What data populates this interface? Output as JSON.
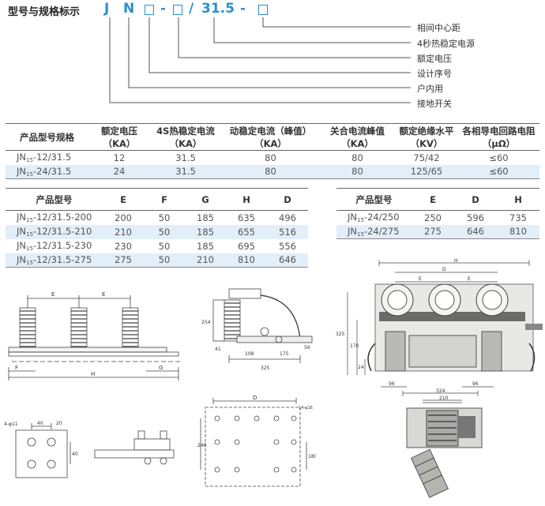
{
  "header": {
    "title": "型号与规格标示",
    "code_parts": [
      "J",
      "N",
      "-",
      "/",
      "31.5",
      "-"
    ],
    "legend": [
      "相间中心距",
      "4秒热稳定电源",
      "额定电压",
      "设计序号",
      "户内用",
      "接地开关"
    ]
  },
  "spec_table": {
    "headers": [
      {
        "line1": "产品型号规格",
        "line2": ""
      },
      {
        "line1": "额定电压",
        "line2": "（KA）"
      },
      {
        "line1": "4S热稳定电流",
        "line2": "（KA）"
      },
      {
        "line1": "动稳定电流（峰值）",
        "line2": "（KA）"
      },
      {
        "line1": "关合电流峰值",
        "line2": "（KA）"
      },
      {
        "line1": "额定绝缘水平",
        "line2": "（KV）"
      },
      {
        "line1": "各相导电回路电阻",
        "line2": "（μΩ）"
      }
    ],
    "rows": [
      {
        "prefix": "JN",
        "sub": "15",
        "suffix": "-12/31.5",
        "cells": [
          "12",
          "31.5",
          "80",
          "80",
          "75/42",
          "≤60"
        ]
      },
      {
        "prefix": "JN",
        "sub": "15",
        "suffix": "-24/31.5",
        "cells": [
          "24",
          "31.5",
          "80",
          "80",
          "125/65",
          "≤60"
        ]
      }
    ]
  },
  "dim_table_left": {
    "headers": [
      "产品型号",
      "E",
      "F",
      "G",
      "H",
      "D"
    ],
    "rows": [
      {
        "prefix": "JN",
        "sub": "15",
        "suffix": "-12/31.5-200",
        "cells": [
          "200",
          "50",
          "185",
          "635",
          "496"
        ]
      },
      {
        "prefix": "JN",
        "sub": "15",
        "suffix": "-12/31.5-210",
        "cells": [
          "210",
          "50",
          "185",
          "655",
          "516"
        ]
      },
      {
        "prefix": "JN",
        "sub": "15",
        "suffix": "-12/31.5-230",
        "cells": [
          "230",
          "50",
          "185",
          "695",
          "556"
        ]
      },
      {
        "prefix": "JN",
        "sub": "15",
        "suffix": "-12/31.5-275",
        "cells": [
          "275",
          "50",
          "210",
          "810",
          "646"
        ]
      }
    ]
  },
  "dim_table_right": {
    "headers": [
      "产品型号",
      "E",
      "D",
      "H"
    ],
    "rows": [
      {
        "prefix": "JN",
        "sub": "15",
        "suffix": "-24/250",
        "cells": [
          "250",
          "596",
          "735"
        ]
      },
      {
        "prefix": "JN",
        "sub": "15",
        "suffix": "-24/275",
        "cells": [
          "275",
          "646",
          "810"
        ]
      }
    ]
  },
  "drawings": {
    "front_labels": [
      "E",
      "E",
      "F",
      "H",
      "G"
    ],
    "side_labels": [
      "254",
      "108",
      "325",
      "175",
      "56",
      "41"
    ],
    "bolt_labels": [
      "4-φ11",
      "40",
      "20",
      "40"
    ],
    "plan_labels": [
      "D",
      "14-φ16",
      "240",
      "180"
    ],
    "right_front_labels": [
      "H",
      "D",
      "E",
      "E",
      "325",
      "170",
      "24",
      "96",
      "96"
    ],
    "right_side_labels": [
      "324",
      "210"
    ]
  },
  "colors": {
    "accent": "#2a8fd0",
    "row_alt": "#e2eef8",
    "line": "#666666"
  }
}
